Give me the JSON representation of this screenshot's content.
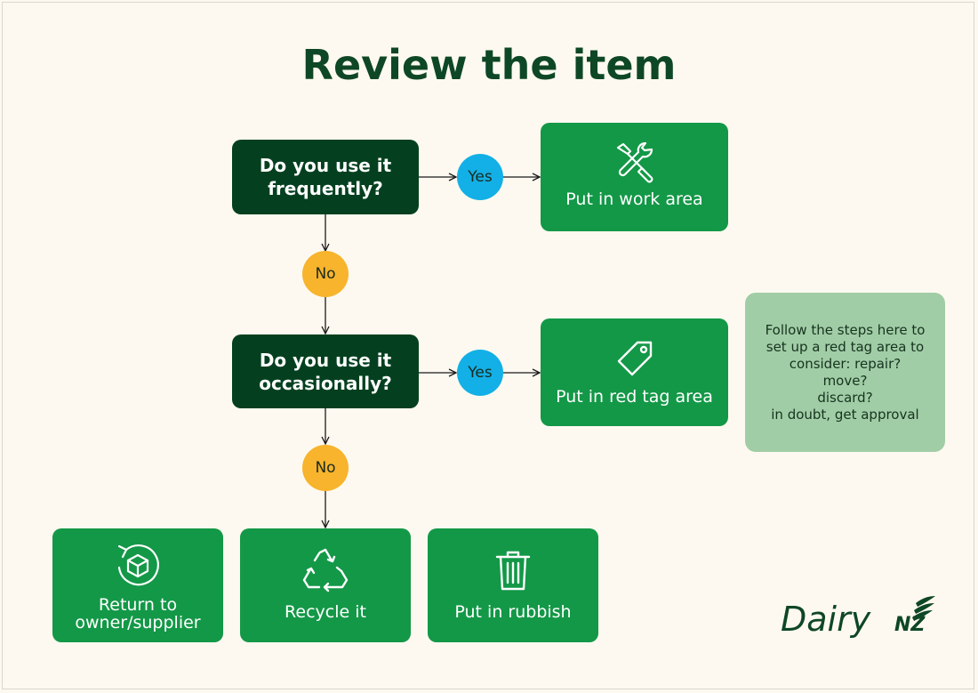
{
  "title": "Review the item",
  "questions": {
    "frequent": "Do you use it frequently?",
    "occasional": "Do you use it occasionally?"
  },
  "answers": {
    "yes": "Yes",
    "no": "No"
  },
  "outcomes": {
    "work_area": {
      "label": "Put in work area",
      "icon": "tools-icon"
    },
    "red_tag": {
      "label": "Put in red tag area",
      "icon": "tag-icon"
    },
    "return": {
      "label_line1": "Return to",
      "label_line2": "owner/supplier",
      "icon": "return-box-icon"
    },
    "recycle": {
      "label": "Recycle it",
      "icon": "recycle-icon"
    },
    "rubbish": {
      "label": "Put in rubbish",
      "icon": "trash-icon"
    }
  },
  "note": {
    "lines": [
      "Follow the steps here to",
      "set up a red tag area to",
      "consider: repair?",
      "move?",
      "discard?",
      "in doubt, get approval"
    ]
  },
  "logo": {
    "main": "Dairy",
    "sub": "NZ"
  },
  "colors": {
    "background": "#fdf9f0",
    "dark_green": "#04401f",
    "green": "#139847",
    "yes_blue": "#12b0e6",
    "no_yellow": "#f7b42c",
    "note_green": "#a1cda6",
    "title": "#0e4725"
  }
}
